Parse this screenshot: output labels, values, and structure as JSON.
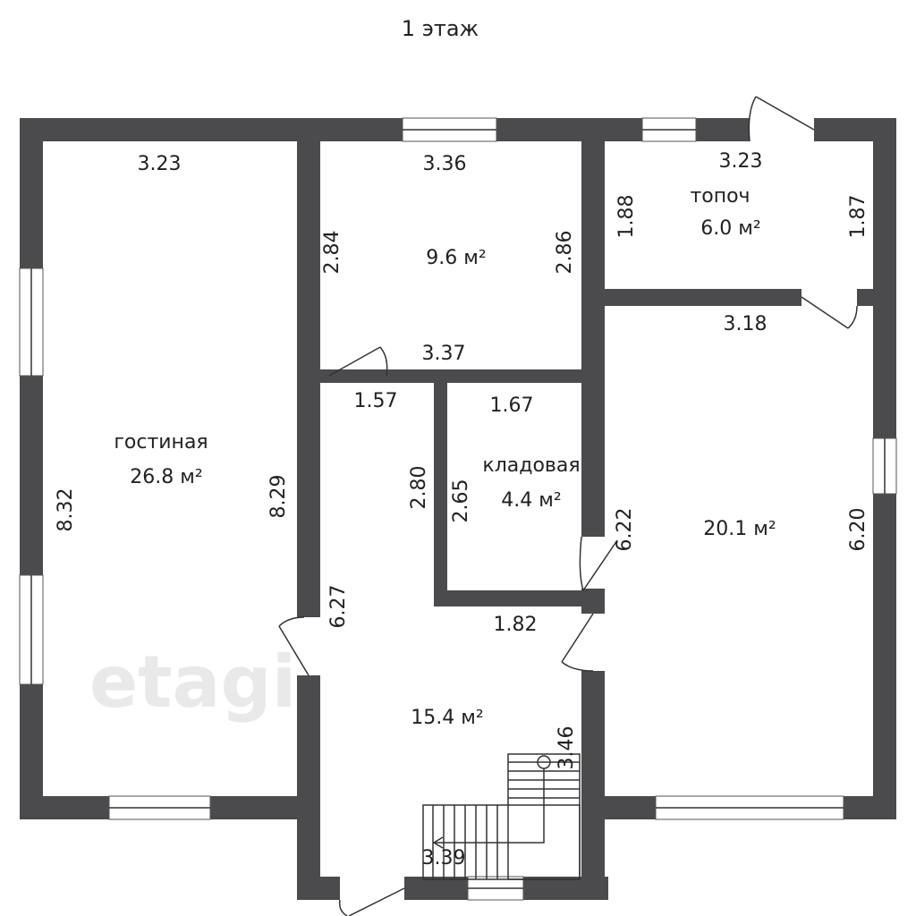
{
  "title": "1 этаж",
  "watermark": "etagi",
  "colors": {
    "wall": "#4b4b4d",
    "background": "#ffffff"
  },
  "rooms": [
    {
      "name": "гостиная",
      "area": "26.8 м²",
      "dims": [
        "3.23",
        "8.32",
        "8.29"
      ]
    },
    {
      "name": "",
      "area": "9.6 м²",
      "dims": [
        "3.36",
        "2.84",
        "2.86",
        "3.37"
      ]
    },
    {
      "name": "топоч",
      "area": "6.0 м²",
      "dims": [
        "3.23",
        "1.88",
        "1.87"
      ]
    },
    {
      "name": "",
      "area": "20.1 м²",
      "dims": [
        "3.18",
        "6.22",
        "6.20"
      ]
    },
    {
      "name": "кладовая",
      "area": "4.4 м²",
      "dims": [
        "1.67",
        "2.65",
        "1.82"
      ]
    },
    {
      "name": "",
      "area": "15.4 м²",
      "dims": [
        "1.57",
        "2.80",
        "6.27",
        "3.46",
        "3.39"
      ]
    }
  ]
}
